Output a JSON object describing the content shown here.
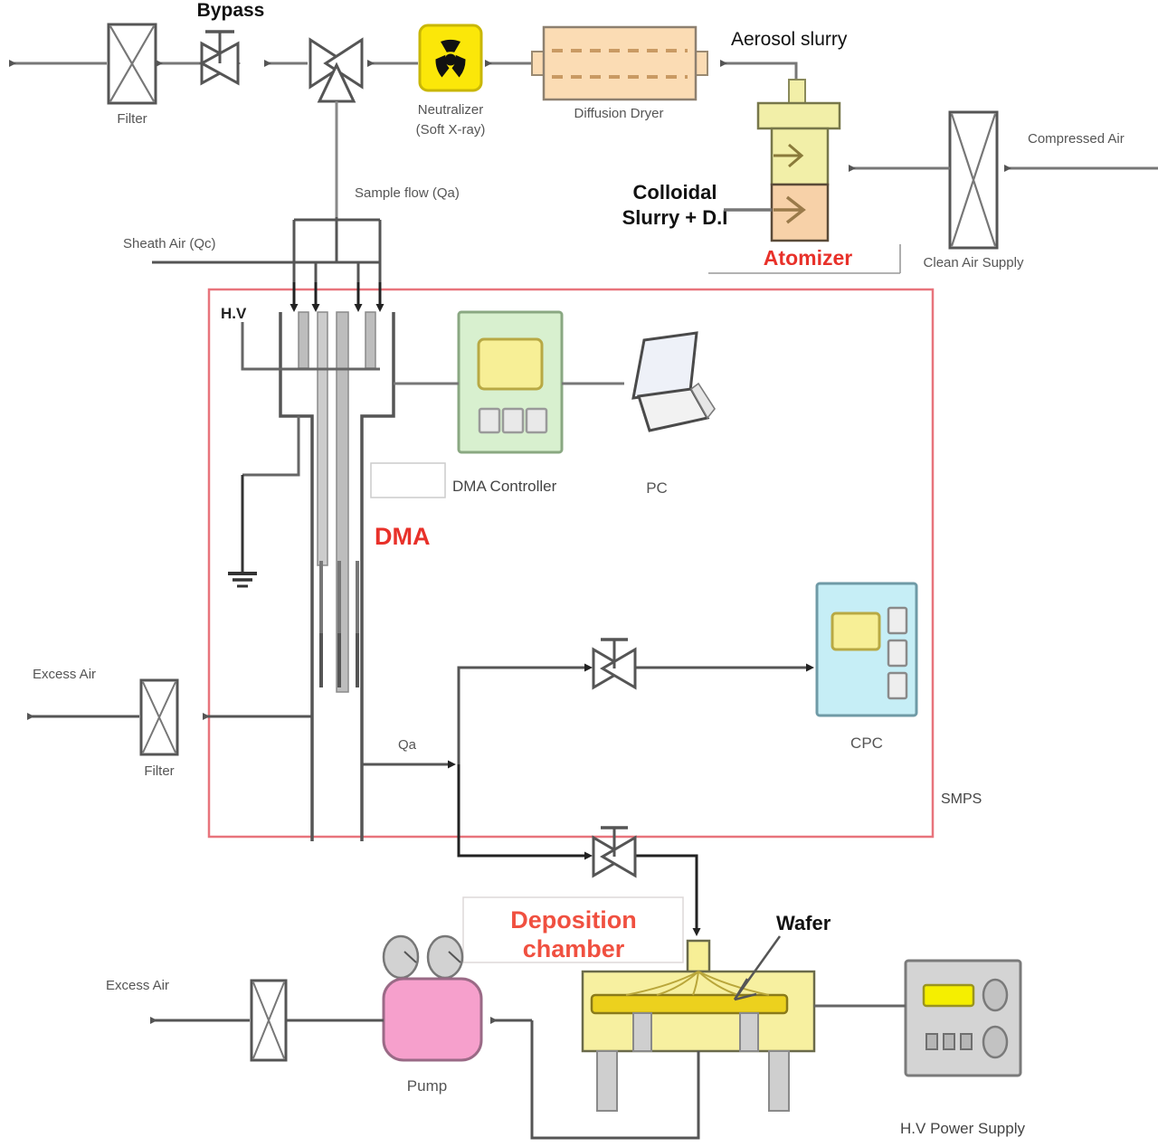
{
  "diagram": {
    "title": "SMPS aerosol generation and electrostatic deposition schematic",
    "colors": {
      "line": "#666666",
      "line_dark": "#444444",
      "black": "#1a1a1a",
      "red_accent": "#e8312a",
      "smps_border": "#e8747c",
      "atomizer_yellow": "#f2efa8",
      "atomizer_peach": "#f7d1a8",
      "dryer_peach": "#fbdcb4",
      "dryer_dash": "#c99a63",
      "dma_controller_green": "#d8f0cf",
      "cpc_blue": "#c6eef6",
      "display_yellow": "#f7ef96",
      "chamber_yellow": "#f7f0a0",
      "wafer_yellow": "#ecd11e",
      "pump_pink": "#f6a0cc",
      "hv_supply_gray": "#d4d4d4",
      "hazard_yellow": "#fbe709",
      "leg_gray": "#cfcfcf"
    },
    "top_row": {
      "bypass_label": "Bypass",
      "filter_label": "Filter",
      "neutralizer_label_line1": "Neutralizer",
      "neutralizer_label_line2": "(Soft X-ray)",
      "diffusion_dryer_label": "Diffusion Dryer",
      "aerosol_slurry_label": "Aerosol slurry",
      "compressed_air_label": "Compressed Air",
      "clean_air_supply_label": "Clean Air Supply",
      "radiation_icon": "radiation-hazard-icon"
    },
    "atomizer": {
      "label": "Atomizer",
      "feed_label_line1": "Colloidal",
      "feed_label_line2": "Slurry + D.I"
    },
    "smps": {
      "label": "SMPS",
      "sheath_air_label": "Sheath Air (Qc)",
      "sample_flow_label": "Sample flow (Qa)",
      "hv_label": "H.V",
      "dma_label": "DMA",
      "dma_controller_label": "DMA Controller",
      "pc_label": "PC",
      "cpc_label": "CPC",
      "qa_label": "Qa",
      "excess_air_label": "Excess Air",
      "filter_label": "Filter"
    },
    "deposition": {
      "chamber_label_line1": "Deposition",
      "chamber_label_line2": "chamber",
      "wafer_label": "Wafer",
      "pump_label": "Pump",
      "excess_air_label": "Excess Air",
      "hv_power_supply_label": "H.V Power Supply"
    }
  }
}
